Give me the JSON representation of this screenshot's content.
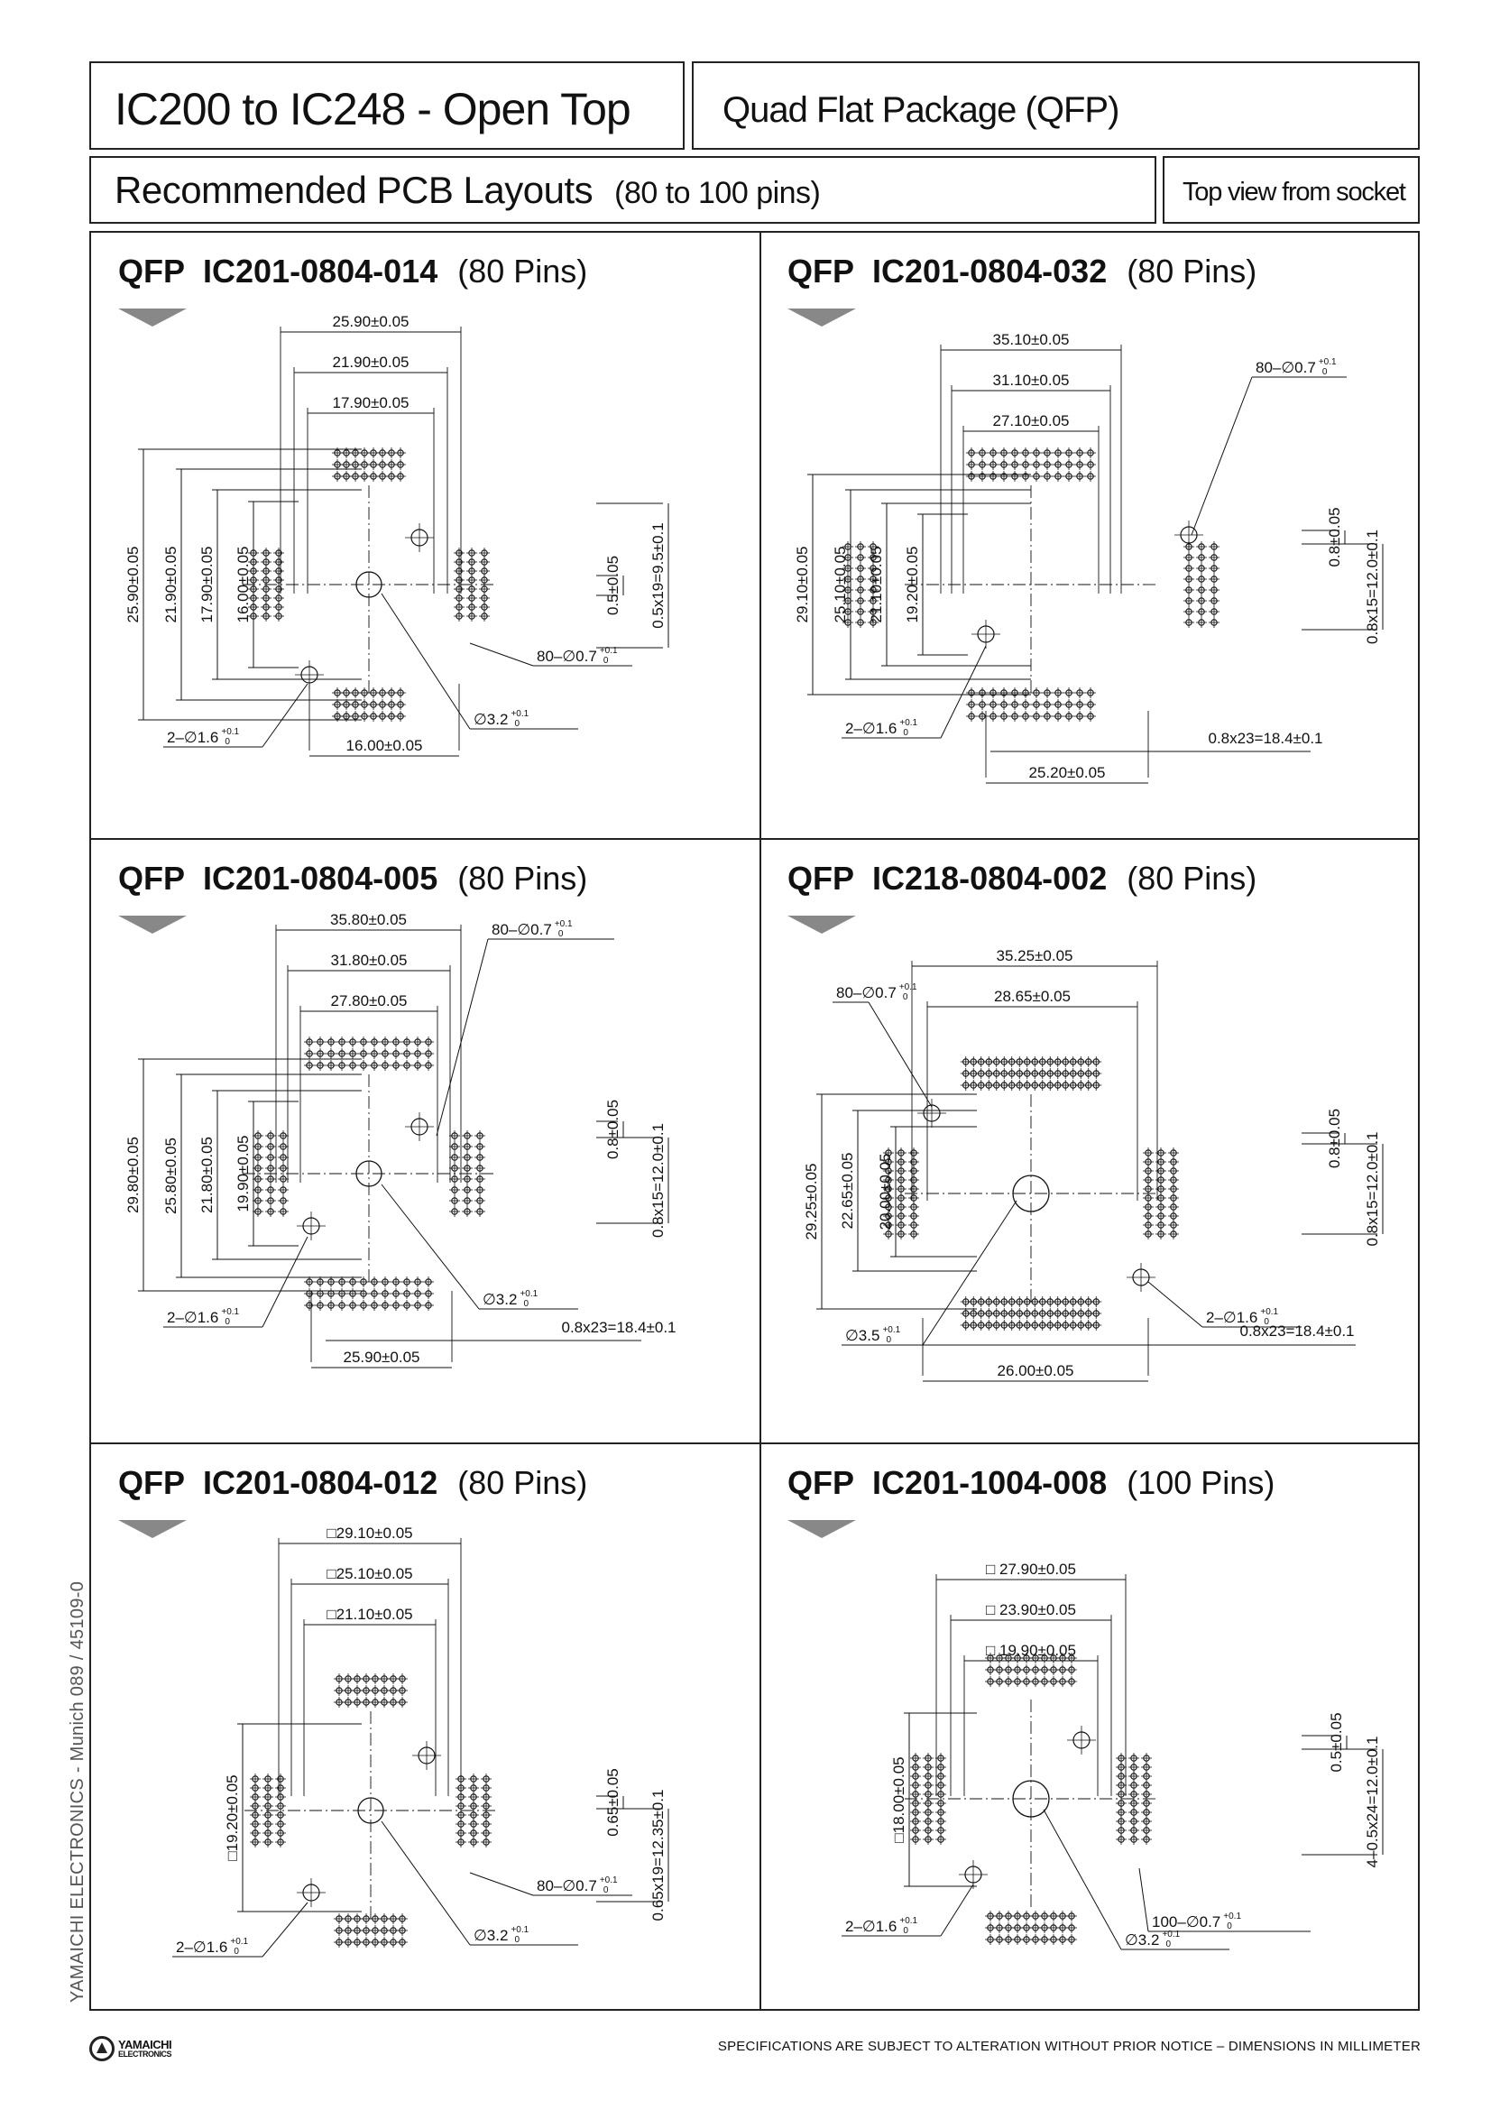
{
  "header": {
    "title": "IC200 to IC248  - Open Top",
    "package": "Quad Flat Package (QFP)",
    "subtitle": "Recommended PCB Layouts",
    "pin_range": "(80 to 100 pins)",
    "view_note": "Top view from socket"
  },
  "side_text": "YAMAICHI ELECTRONICS   -   Munich 089 / 45109-0",
  "logo": {
    "line1": "YAMAICHI",
    "line2": "ELECTRONICS"
  },
  "footer": "SPECIFICATIONS ARE SUBJECT TO ALTERATION WITHOUT PRIOR NOTICE   –   DIMENSIONS IN MILLIMETER",
  "panels": [
    {
      "prefix": "QFP",
      "part": "IC201-0804-014",
      "pins": "(80 Pins)",
      "dims": {
        "w1": "25.90±0.05",
        "w2": "21.90±0.05",
        "w3": "17.90±0.05",
        "h1": "25.90±0.05",
        "h2": "21.90±0.05",
        "h3": "17.90±0.05",
        "h4": "16.00±0.05",
        "pitch": "0.5±0.05",
        "span": "0.5x19=9.5±0.1",
        "pads": "80–∅0.7",
        "holes": "2–∅1.6",
        "center": "∅3.2",
        "bottom": "16.00±0.05",
        "tol": "+0.1",
        "tol0": "0"
      }
    },
    {
      "prefix": "QFP",
      "part": "IC201-0804-032",
      "pins": "(80 Pins)",
      "dims": {
        "w1": "35.10±0.05",
        "w2": "31.10±0.05",
        "w3": "27.10±0.05",
        "h1": "29.10±0.05",
        "h2": "25.10±0.05",
        "h3": "21.10±0.05",
        "h4": "19.20±0.05",
        "pitch": "0.8±0.05",
        "span": "0.8x15=12.0±0.1",
        "pads": "80–∅0.7",
        "holes": "2–∅1.6",
        "row": "0.8x23=18.4±0.1",
        "bottom": "25.20±0.05",
        "tol": "+0.1",
        "tol0": "0"
      }
    },
    {
      "prefix": "QFP",
      "part": "IC201-0804-005",
      "pins": "(80 Pins)",
      "dims": {
        "w1": "35.80±0.05",
        "w2": "31.80±0.05",
        "w3": "27.80±0.05",
        "h1": "29.80±0.05",
        "h2": "25.80±0.05",
        "h3": "21.80±0.05",
        "h4": "19.90±0.05",
        "pitch": "0.8±0.05",
        "span": "0.8x15=12.0±0.1",
        "pads": "80–∅0.7",
        "holes": "2–∅1.6",
        "center": "∅3.2",
        "row": "0.8x23=18.4±0.1",
        "bottom": "25.90±0.05",
        "tol": "+0.1",
        "tol0": "0"
      }
    },
    {
      "prefix": "QFP",
      "part": "IC218-0804-002",
      "pins": "(80 Pins)",
      "dims": {
        "w1": "35.25±0.05",
        "w2": "28.65±0.05",
        "h1": "29.25±0.05",
        "h2": "22.65±0.05",
        "h3": "20.00±0.05",
        "pitch": "0.8±0.05",
        "span": "0.8x15=12.0±0.1",
        "pads": "80–∅0.7",
        "holes": "2–∅1.6",
        "center": "∅3.5",
        "row": "0.8x23=18.4±0.1",
        "bottom": "26.00±0.05",
        "tol": "+0.1",
        "tol0": "0"
      }
    },
    {
      "prefix": "QFP",
      "part": "IC201-0804-012",
      "pins": "(80 Pins)",
      "dims": {
        "w1": "□29.10±0.05",
        "w2": "□25.10±0.05",
        "w3": "□21.10±0.05",
        "h1": "□19.20±0.05",
        "pitch": "0.65±0.05",
        "span": "0.65x19=12.35±0.1",
        "pads": "80–∅0.7",
        "holes": "2–∅1.6",
        "center": "∅3.2",
        "tol": "+0.1",
        "tol0": "0"
      }
    },
    {
      "prefix": "QFP",
      "part": "IC201-1004-008",
      "pins": "(100 Pins)",
      "dims": {
        "w1": "□ 27.90±0.05",
        "w2": "□ 23.90±0.05",
        "w3": "□ 19.90±0.05",
        "h1": "□18.00±0.05",
        "pitch": "0.5±0.05",
        "span": "4–0.5x24=12.0±0.1",
        "pads": "100–∅0.7",
        "holes": "2–∅1.6",
        "center": "∅3.2",
        "tol": "+0.1",
        "tol0": "0"
      }
    }
  ]
}
